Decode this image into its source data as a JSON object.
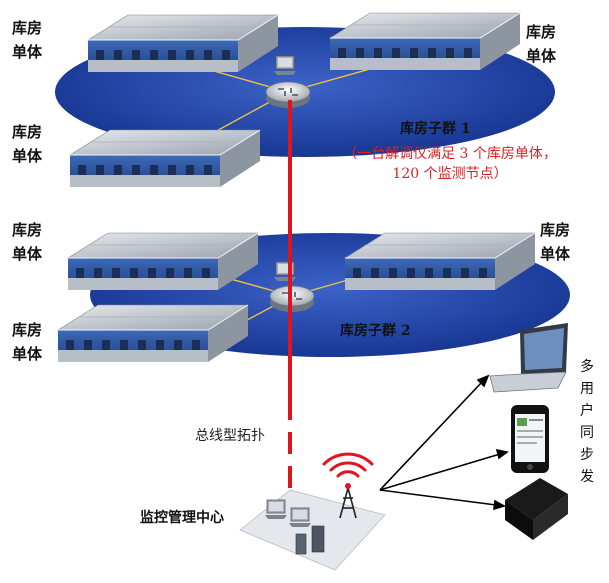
{
  "cluster1": {
    "warehouse_labels": [
      {
        "line1": "库房",
        "line2": "单体"
      },
      {
        "line1": "库房",
        "line2": "单体"
      },
      {
        "line1": "库房",
        "line2": "单体"
      }
    ],
    "title": "库房子群 1",
    "note_line1": "（一台解调仪满足 3 个库房单体，",
    "note_line2": "120 个监测节点）"
  },
  "cluster2": {
    "warehouse_labels": [
      {
        "line1": "库房",
        "line2": "单体"
      },
      {
        "line1": "库房",
        "line2": "单体"
      },
      {
        "line1": "库房",
        "line2": "单体"
      }
    ],
    "title": "库房子群 2"
  },
  "bus_label": "总线型拓扑",
  "center_label": "监控管理中心",
  "sync_label": "多用户同步发",
  "colors": {
    "ellipse": "#1a3b9e",
    "bus_line": "#e0141c",
    "link_line": "#f0c040",
    "roof": "#c9ced6",
    "wall_blue": "#2f5aa8"
  }
}
